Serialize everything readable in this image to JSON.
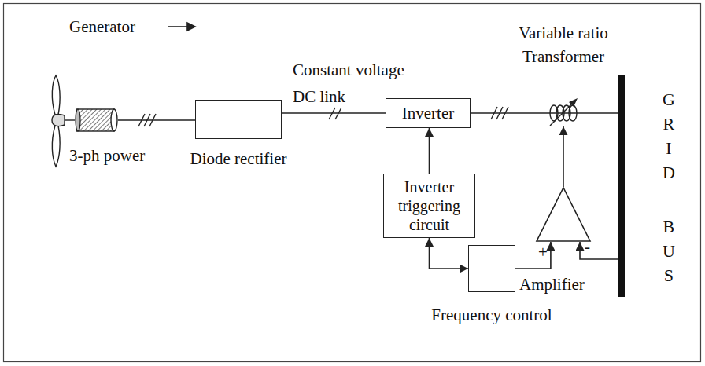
{
  "diagram": {
    "nodes": [
      {
        "text": [
          "Generator",
          "3-ph power"
        ]
      },
      {
        "text": [
          "Diode rectifier"
        ]
      },
      {
        "text": [
          "Inverter"
        ]
      },
      {
        "text": [
          "Variable ratio Transformer"
        ]
      },
      {
        "text": [
          "GRID",
          "BUS"
        ]
      },
      {
        "text": [
          "Inverter triggering circuit"
        ]
      },
      {
        "text": [
          "Amplifier"
        ]
      },
      {
        "text": [
          "Frequency control"
        ]
      }
    ],
    "edges": [
      {
        "from": 0,
        "to": 1,
        "arrow": "none"
      },
      {
        "from": 1,
        "to": 2,
        "label": "Constant voltage DC link",
        "arrow": "none"
      },
      {
        "from": 2,
        "to": 3,
        "arrow": "none"
      },
      {
        "from": 3,
        "to": 4,
        "arrow": "none"
      },
      {
        "from": 5,
        "to": 2,
        "arrow": "to"
      },
      {
        "from": 7,
        "to": 5,
        "arrow": "both"
      },
      {
        "from": 7,
        "to": 6,
        "arrow": "to"
      },
      {
        "from": 4,
        "to": 6,
        "arrow": "to"
      },
      {
        "from": 6,
        "to": 3,
        "arrow": "to"
      }
    ],
    "labels": [
      "+",
      "-"
    ]
  }
}
